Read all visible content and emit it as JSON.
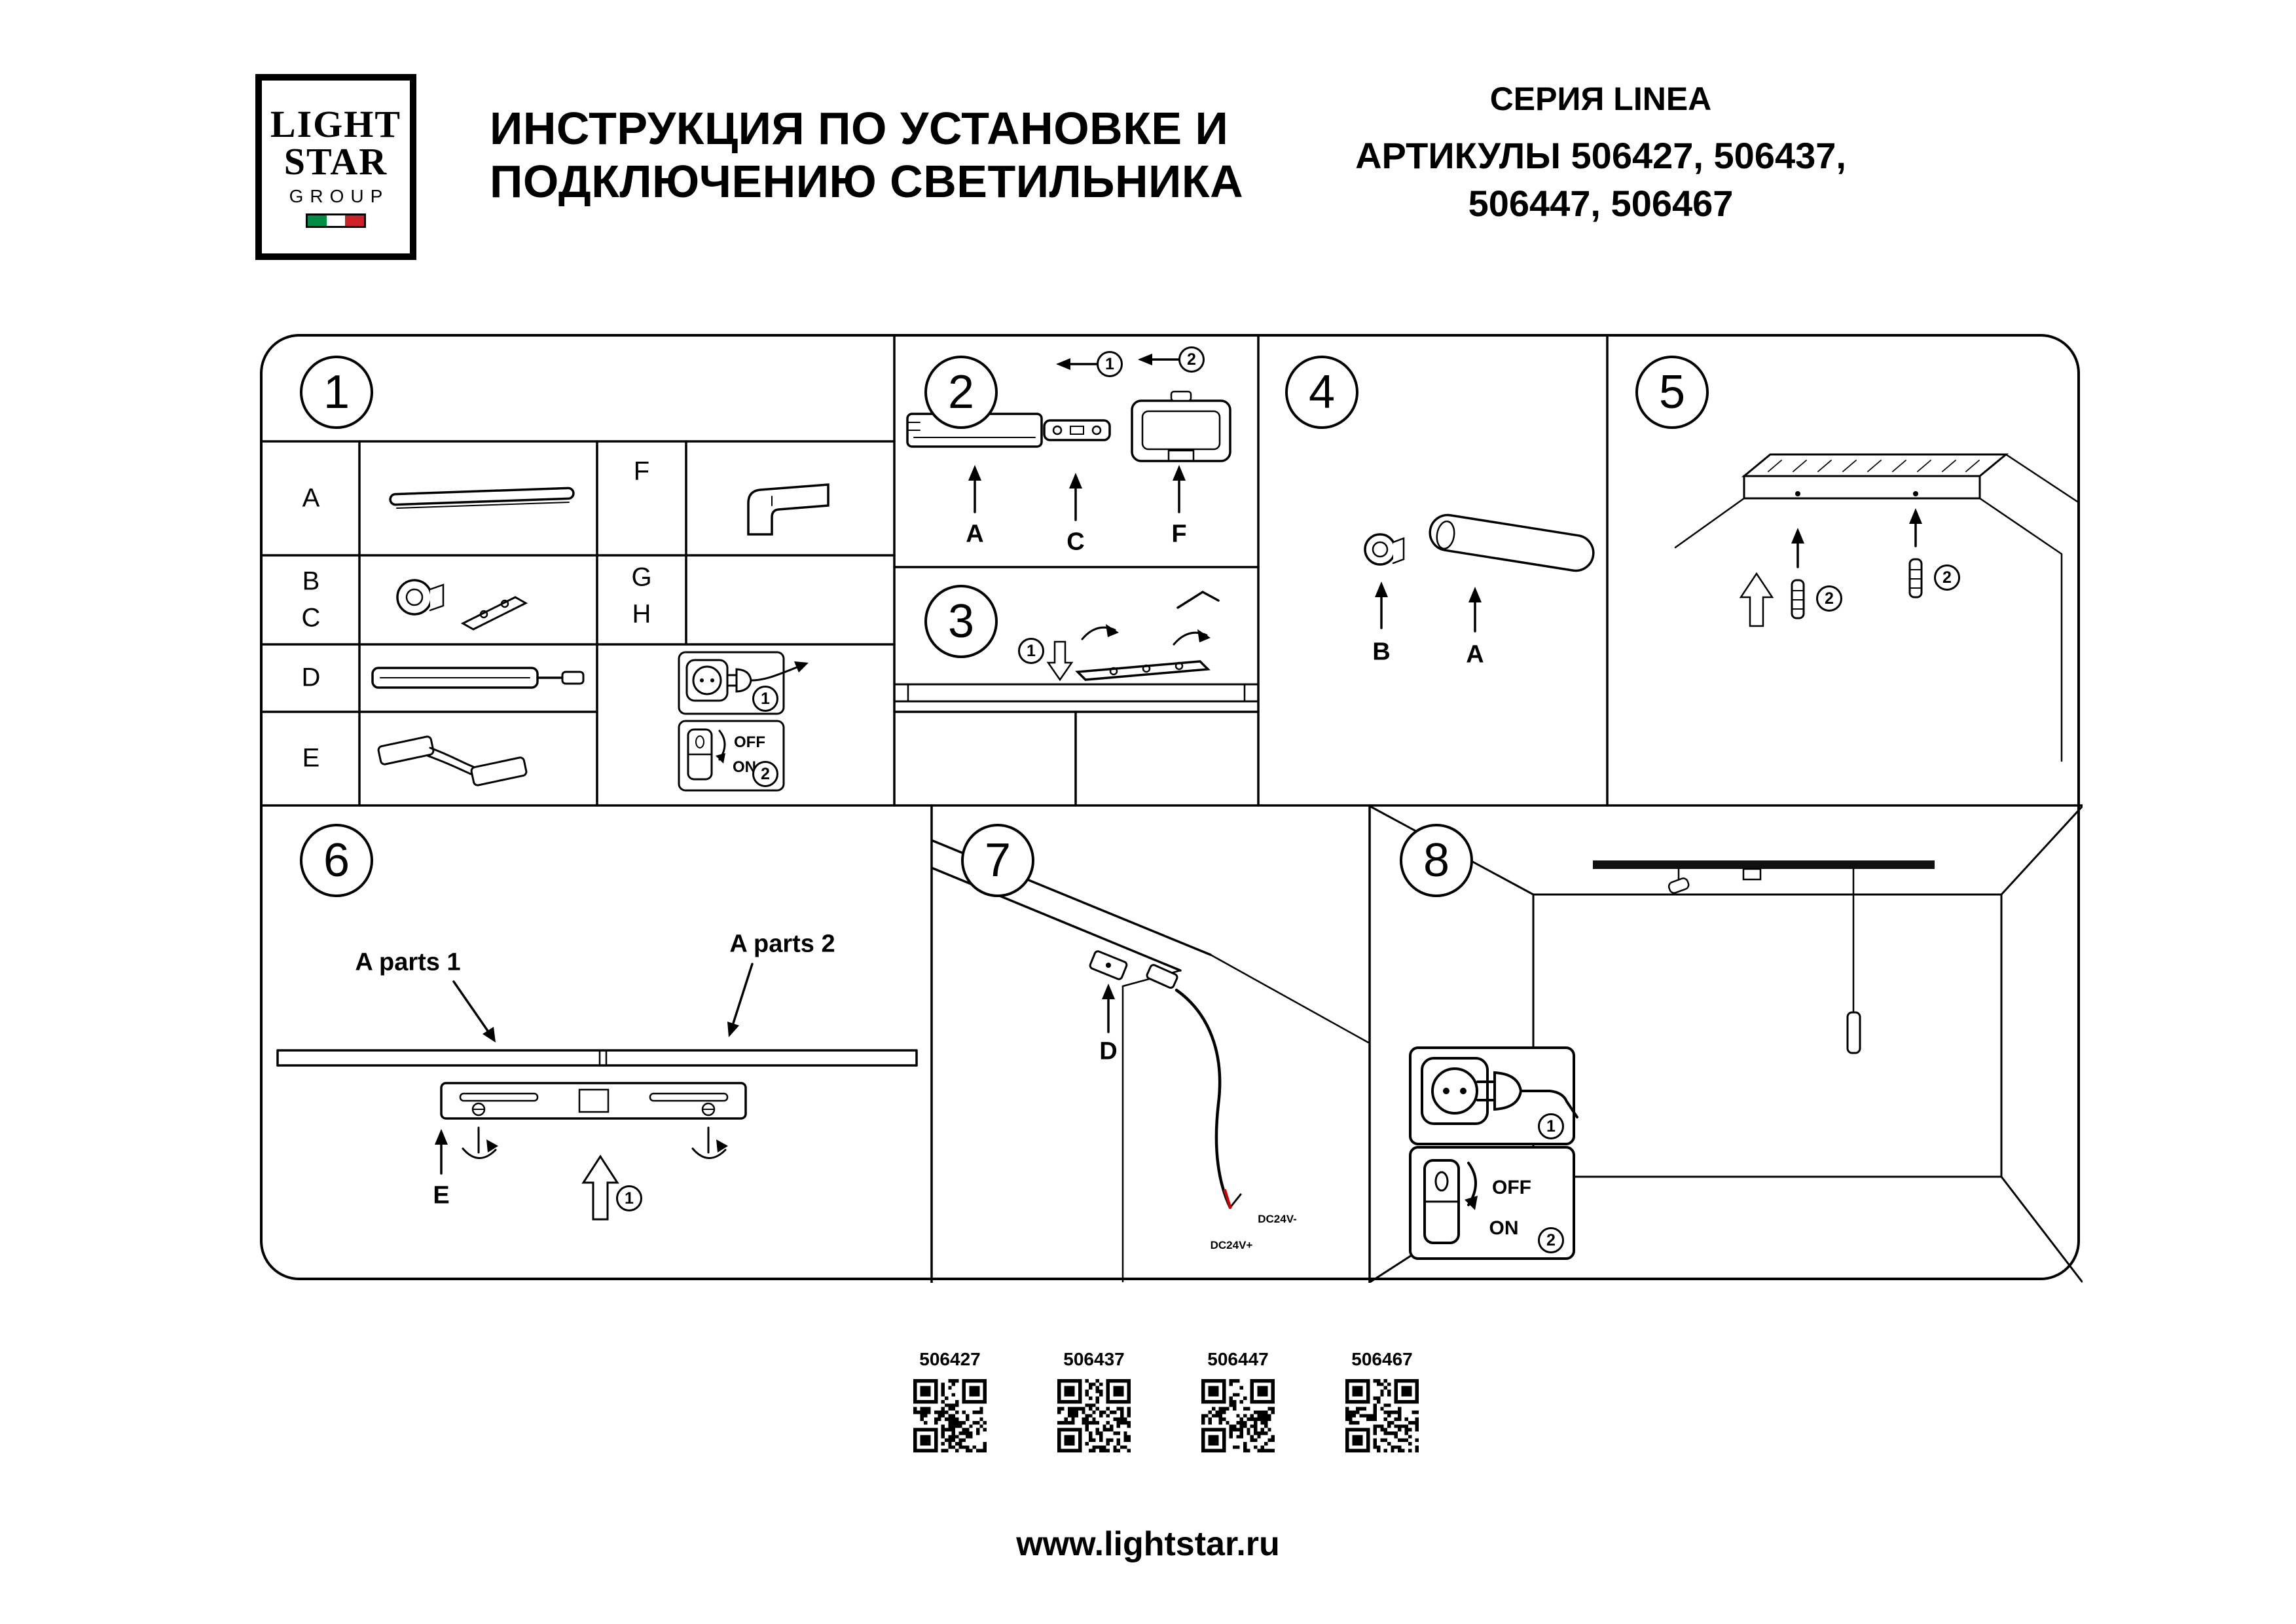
{
  "logo": {
    "line1": "LIGHT",
    "line2": "STAR",
    "line3": "GROUP"
  },
  "header": {
    "title_line1": "ИНСТРУКЦИЯ ПО УСТАНОВКЕ И",
    "title_line2": "ПОДКЛЮЧЕНИЮ СВЕТИЛЬНИКА",
    "series": "СЕРИЯ LINEA",
    "articles_line1": "АРТИКУЛЫ 506427, 506437,",
    "articles_line2": "506447, 506467"
  },
  "colors": {
    "flag_green": "#008C45",
    "flag_white": "#FFFFFF",
    "flag_red": "#CD212A",
    "wire_red": "#CC0000"
  },
  "power_box": {
    "off": "OFF",
    "on": "ON",
    "step_plug": "1",
    "step_switch": "2"
  },
  "panels": {
    "p1": {
      "number": "1",
      "labels": {
        "a": "A",
        "b": "B",
        "c": "C",
        "d": "D",
        "e": "E",
        "f": "F",
        "g": "G",
        "h": "H"
      }
    },
    "p2": {
      "number": "2",
      "step1": "1",
      "step2": "2",
      "part_a": "A",
      "part_c": "C",
      "part_f": "F"
    },
    "p3": {
      "number": "3",
      "step": "1"
    },
    "p4": {
      "number": "4",
      "part_b": "B",
      "part_a": "A"
    },
    "p5": {
      "number": "5",
      "step_left": "2",
      "step_right": "2"
    },
    "p6": {
      "number": "6",
      "parts1": "A parts 1",
      "parts2": "A parts 2",
      "label_e": "E",
      "step": "1"
    },
    "p7": {
      "number": "7",
      "label_d": "D",
      "dc_minus": "DC24V-",
      "dc_plus": "DC24V+"
    },
    "p8": {
      "number": "8"
    }
  },
  "qr": {
    "items": [
      {
        "code": "506427"
      },
      {
        "code": "506437"
      },
      {
        "code": "506447"
      },
      {
        "code": "506467"
      }
    ]
  },
  "footer": {
    "website": "www.lightstar.ru"
  }
}
